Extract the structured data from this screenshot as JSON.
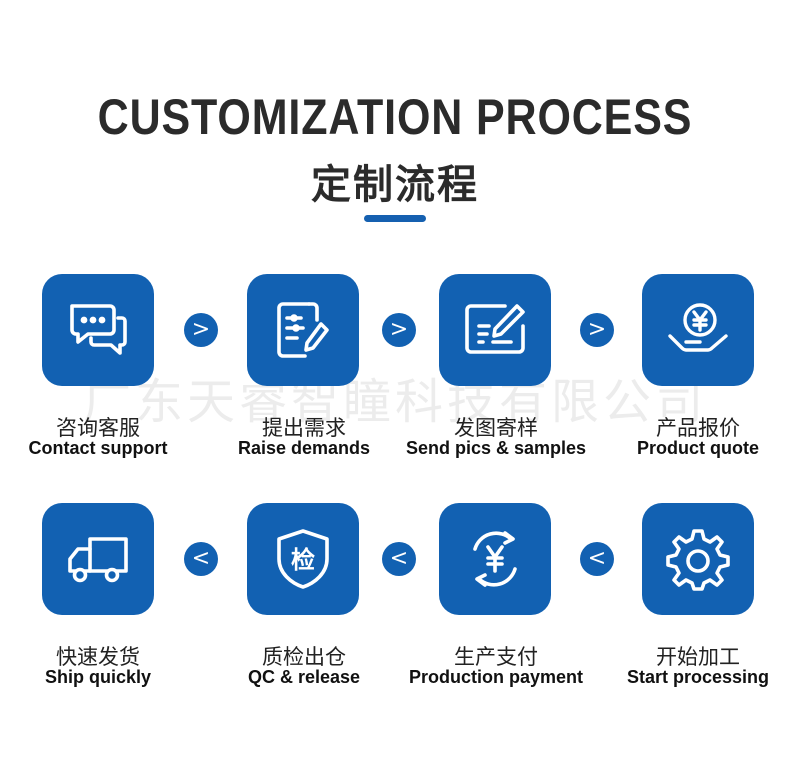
{
  "header": {
    "title_en": "CUSTOMIZATION PROCESS",
    "title_cn": "定制流程"
  },
  "watermark": "广东天睿智瞳科技有限公司",
  "colors": {
    "accent": "#1261b2",
    "text": "#2b2b2b"
  },
  "arrows": {
    "forward": ">",
    "backward": "<"
  },
  "steps": [
    {
      "cn": "咨询客服",
      "en": "Contact support",
      "icon": "chat-bubbles-icon"
    },
    {
      "cn": "提出需求",
      "en": "Raise demands",
      "icon": "notepad-pen-icon"
    },
    {
      "cn": "发图寄样",
      "en": "Send pics & samples",
      "icon": "picture-edit-icon"
    },
    {
      "cn": "产品报价",
      "en": "Product quote",
      "icon": "yen-hand-icon"
    },
    {
      "cn": "开始加工",
      "en": "Start processing",
      "icon": "gear-icon"
    },
    {
      "cn": "生产支付",
      "en": "Production payment",
      "icon": "yen-cycle-icon"
    },
    {
      "cn": "质检出仓",
      "en": "QC & release",
      "icon": "inspection-shield-icon"
    },
    {
      "cn": "快速发货",
      "en": "Ship quickly",
      "icon": "delivery-truck-icon"
    }
  ]
}
